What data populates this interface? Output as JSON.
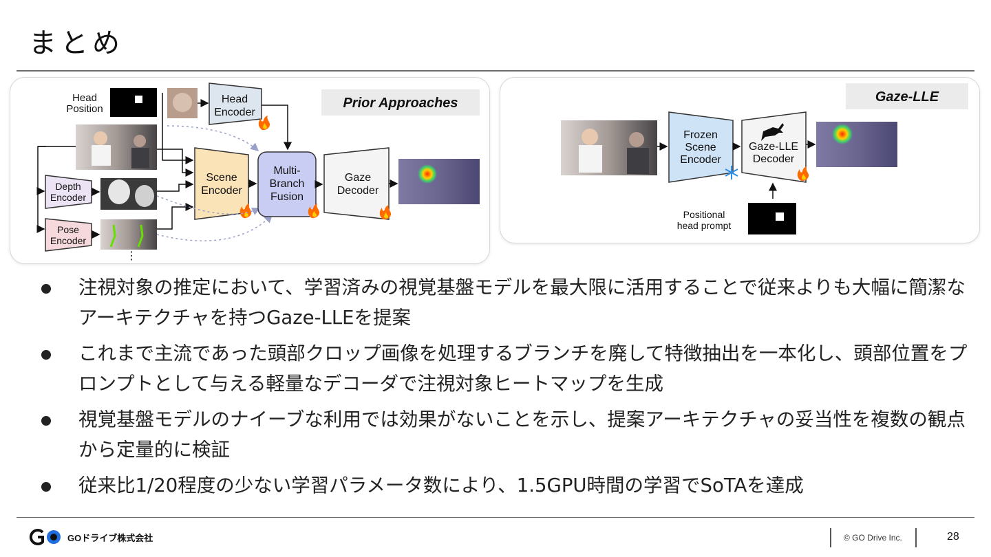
{
  "slide": {
    "title": "まとめ",
    "page_number": "28"
  },
  "figure_left": {
    "tag": "Prior Approaches",
    "head_position_line1": "Head",
    "head_position_line2": "Position",
    "head_encoder_line1": "Head",
    "head_encoder_line2": "Encoder",
    "scene_encoder_line1": "Scene",
    "scene_encoder_line2": "Encoder",
    "fusion_line1": "Multi-",
    "fusion_line2": "Branch",
    "fusion_line3": "Fusion",
    "gaze_decoder_line1": "Gaze",
    "gaze_decoder_line2": "Decoder",
    "depth_encoder_line1": "Depth",
    "depth_encoder_line2": "Encoder",
    "pose_encoder_line1": "Pose",
    "pose_encoder_line2": "Encoder",
    "ellipsis": "⋮"
  },
  "figure_right": {
    "tag": "Gaze-LLE",
    "frozen_encoder_line1": "Frozen",
    "frozen_encoder_line2": "Scene",
    "frozen_encoder_line3": "Encoder",
    "decoder_line1": "Gaze-LLE",
    "decoder_line2": "Decoder",
    "prompt_line1": "Positional",
    "prompt_line2": "head prompt"
  },
  "bullets": [
    "注視対象の推定において、学習済みの視覚基盤モデルを最大限に活用することで従来よりも大幅に簡潔なアーキテクチャを持つGaze-LLEを提案",
    "これまで主流であった頭部クロップ画像を処理するブランチを廃して特徴抽出を一本化し、頭部位置をプロンプトとして与える軽量なデコーダで注視対象ヒートマップを生成",
    "視覚基盤モデルのナイーブな利用では効果がないことを示し、提案アーキテクチャの妥当性を複数の観点から定量的に検証",
    "従来比1/20程度の少ない学習パラメータ数により、1.5GPU時間の学習でSoTAを達成"
  ],
  "footer": {
    "company": "GOドライブ株式会社",
    "copyright": "© GO Drive Inc."
  },
  "icons": {
    "trainable": "fire-icon",
    "frozen": "snowflake-icon",
    "decoder_logo": "gazelle-icon"
  },
  "colors": {
    "scene_encoder": "#fbe3b8",
    "fusion": "#c9cdf3",
    "head_encoder": "#dde6ee",
    "frozen_encoder": "#cfe3f6",
    "depth_encoder": "#ece4f5",
    "pose_encoder": "#f6d9dc",
    "tag_bg": "#ebebeb"
  }
}
